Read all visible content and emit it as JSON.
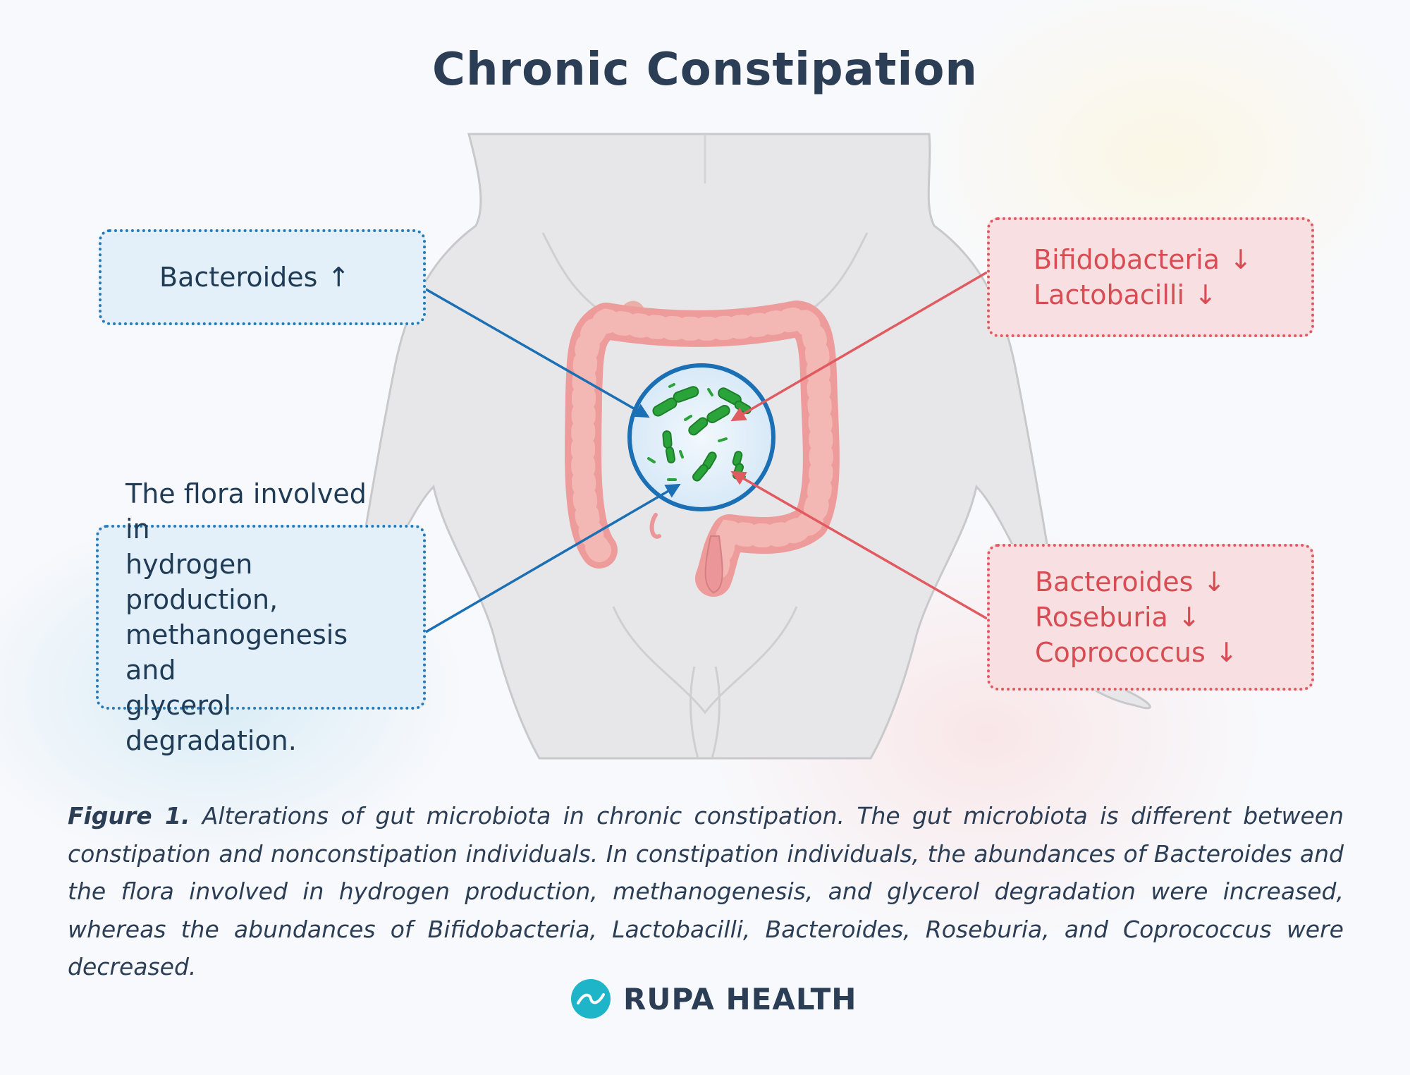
{
  "title": "Chronic Constipation",
  "boxes": {
    "increased_bacteroides": {
      "label": "Bacteroides",
      "arrow": "↑"
    },
    "increased_flora": {
      "lines": [
        "The flora involved in",
        "hydrogen production,",
        "methanogenesis and",
        "glycerol degradation."
      ]
    },
    "decreased_top": {
      "items": [
        {
          "label": "Bifidobacteria",
          "arrow": "↓"
        },
        {
          "label": "Lactobacilli",
          "arrow": "↓"
        }
      ]
    },
    "decreased_bottom": {
      "items": [
        {
          "label": "Bacteroides",
          "arrow": "↓"
        },
        {
          "label": "Roseburia",
          "arrow": "↓"
        },
        {
          "label": "Coprococcus",
          "arrow": "↓"
        }
      ]
    }
  },
  "caption": {
    "label": "Figure 1.",
    "text": "Alterations of gut microbiota in chronic constipation. The gut microbiota is different between constipation and nonconstipation individuals. In constipation individuals, the abundances of Bacteroides and the flora involved in hydrogen production, methanogenesis, and glycerol degradation were increased, whereas the abundances of Bifidobacteria, Lactobacilli, Bacteroides, Roseburia, and Coprococcus were decreased."
  },
  "brand": {
    "name": "RUPA HEALTH"
  },
  "colors": {
    "title": "#2c3e55",
    "increase_blue": "#2479b9",
    "decrease_red": "#de5a5f",
    "bacteria_green": "#2aa33a",
    "colon_pink": "#ee9b9b",
    "body_gray": "#e6e6e6",
    "brand_teal": "#1fb5c9"
  }
}
